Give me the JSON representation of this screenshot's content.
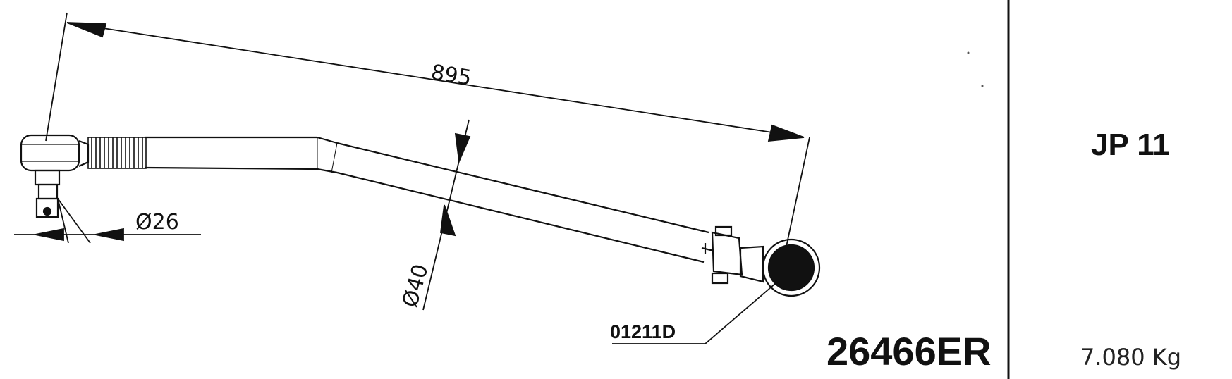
{
  "drawing": {
    "dimension_length": "895",
    "dimension_pin_diameter": "Ø26",
    "dimension_tube_diameter": "Ø40",
    "joint_code": "01211D",
    "part_number": "26466ER",
    "model": "JP 11",
    "weight": "7.080 Kg"
  },
  "colors": {
    "ink": "#111111",
    "background": "#ffffff"
  }
}
